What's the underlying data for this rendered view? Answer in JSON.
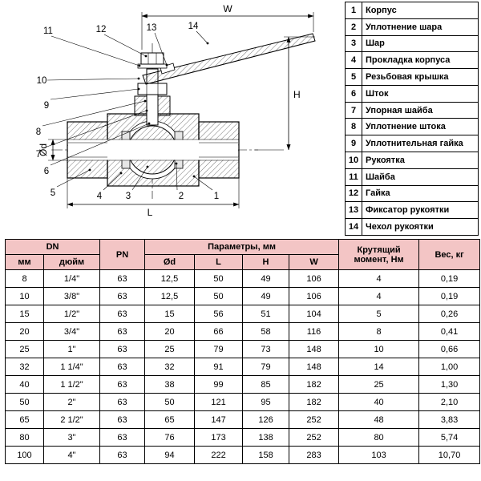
{
  "drawing": {
    "dimensions": {
      "w": "W",
      "h": "H",
      "l": "L",
      "od": "Ød"
    },
    "callouts": [
      "1",
      "2",
      "3",
      "4",
      "5",
      "6",
      "7",
      "8",
      "9",
      "10",
      "11",
      "12",
      "13",
      "14"
    ]
  },
  "parts_list": {
    "rows": [
      {
        "num": "1",
        "name": "Корпус"
      },
      {
        "num": "2",
        "name": "Уплотнение шара"
      },
      {
        "num": "3",
        "name": "Шар"
      },
      {
        "num": "4",
        "name": "Прокладка корпуса"
      },
      {
        "num": "5",
        "name": "Резьбовая крышка"
      },
      {
        "num": "6",
        "name": "Шток"
      },
      {
        "num": "7",
        "name": "Упорная шайба"
      },
      {
        "num": "8",
        "name": "Уплотнение штока"
      },
      {
        "num": "9",
        "name": "Уплотнительная гайка"
      },
      {
        "num": "10",
        "name": "Рукоятка"
      },
      {
        "num": "11",
        "name": "Шайба"
      },
      {
        "num": "12",
        "name": "Гайка"
      },
      {
        "num": "13",
        "name": "Фиксатор рукоятки"
      },
      {
        "num": "14",
        "name": "Чехол рукоятки"
      }
    ]
  },
  "specs_table": {
    "headers": {
      "dn": "DN",
      "mm": "мм",
      "inch": "дюйм",
      "pn": "PN",
      "params": "Параметры, мм",
      "od": "Ød",
      "l": "L",
      "h": "H",
      "w": "W",
      "torque": "Крутящий момент, Нм",
      "weight": "Вес, кг"
    },
    "rows": [
      [
        "8",
        "1/4\"",
        "63",
        "12,5",
        "50",
        "49",
        "106",
        "4",
        "0,19"
      ],
      [
        "10",
        "3/8\"",
        "63",
        "12,5",
        "50",
        "49",
        "106",
        "4",
        "0,19"
      ],
      [
        "15",
        "1/2\"",
        "63",
        "15",
        "56",
        "51",
        "104",
        "5",
        "0,26"
      ],
      [
        "20",
        "3/4\"",
        "63",
        "20",
        "66",
        "58",
        "116",
        "8",
        "0,41"
      ],
      [
        "25",
        "1\"",
        "63",
        "25",
        "79",
        "73",
        "148",
        "10",
        "0,66"
      ],
      [
        "32",
        "1 1/4\"",
        "63",
        "32",
        "91",
        "79",
        "148",
        "14",
        "1,00"
      ],
      [
        "40",
        "1 1/2\"",
        "63",
        "38",
        "99",
        "85",
        "182",
        "25",
        "1,30"
      ],
      [
        "50",
        "2\"",
        "63",
        "50",
        "121",
        "95",
        "182",
        "40",
        "2,10"
      ],
      [
        "65",
        "2 1/2\"",
        "63",
        "65",
        "147",
        "126",
        "252",
        "48",
        "3,83"
      ],
      [
        "80",
        "3\"",
        "63",
        "76",
        "173",
        "138",
        "252",
        "80",
        "5,74"
      ],
      [
        "100",
        "4\"",
        "63",
        "94",
        "222",
        "158",
        "283",
        "103",
        "10,70"
      ]
    ]
  },
  "colors": {
    "header_bg": "#f3c5c5",
    "line": "#000000"
  }
}
